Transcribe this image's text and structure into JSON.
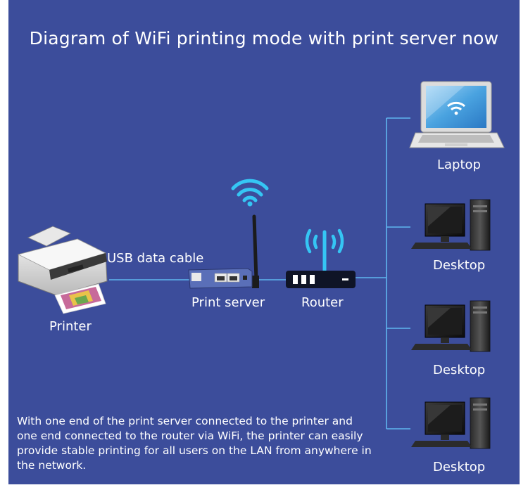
{
  "title": "Diagram of WiFi printing mode with print server now",
  "nodes": {
    "printer": "Printer",
    "print_server": "Print server",
    "router": "Router",
    "laptop": "Laptop",
    "desktop_1": "Desktop",
    "desktop_2": "Desktop",
    "desktop_3": "Desktop"
  },
  "edges": {
    "printer_to_server": "USB data cable"
  },
  "description": "With one end of the print server connected to the printer and one end connected to the router via WiFi, the printer can easily provide stable printing for all users on the LAN from anywhere in the network.",
  "colors": {
    "background": "#3c4d9b",
    "line": "#5fb6f0",
    "wifi": "#35c6f4"
  },
  "icons": [
    "printer-icon",
    "print-server-icon",
    "router-icon",
    "wifi-icon",
    "laptop-icon",
    "desktop-icon"
  ]
}
